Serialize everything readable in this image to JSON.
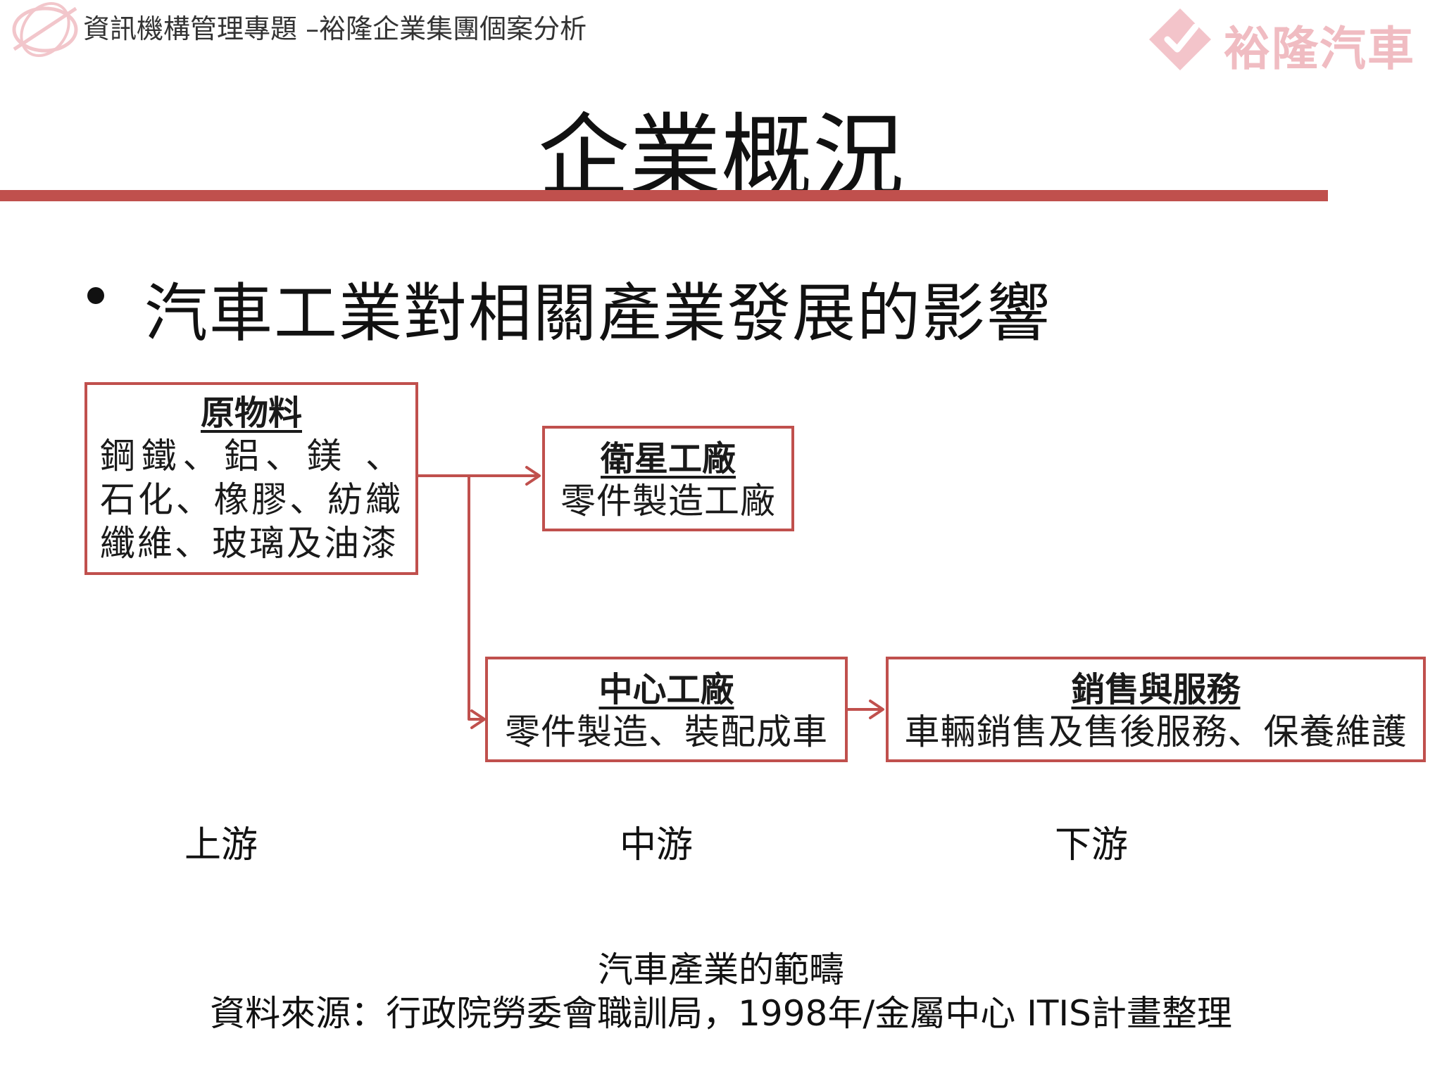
{
  "header": {
    "course_title": "資訊機構管理專題 –裕隆企業集團個案分析",
    "brand_name": "裕隆汽車"
  },
  "slide": {
    "title": "企業概況",
    "bullet": "汽車工業對相關產業發展的影響"
  },
  "diagram": {
    "nodes": {
      "raw_materials": {
        "title": "原物料",
        "body": "鋼鐵、鋁、鎂 、石化、橡膠、紡織纖維、玻璃及油漆"
      },
      "satellite_factory": {
        "title": "衛星工廠",
        "body": "零件製造工廠"
      },
      "central_factory": {
        "title": "中心工廠",
        "body": "零件製造、裝配成車"
      },
      "sales_service": {
        "title": "銷售與服務",
        "body": "車輛銷售及售後服務、保養維護"
      }
    },
    "edges": [
      {
        "from": "raw_materials",
        "to": "satellite_factory"
      },
      {
        "from": "raw_materials",
        "to": "central_factory"
      },
      {
        "from": "central_factory",
        "to": "sales_service"
      }
    ],
    "stages": {
      "upstream": "上游",
      "midstream": "中游",
      "downstream": "下游"
    },
    "caption": "汽車產業的範疇",
    "source": "資料來源：行政院勞委會職訓局，1998年/金屬中心 ITIS計畫整理"
  },
  "colors": {
    "accent": "#c0504d",
    "brand_logo": "#f0bcc2",
    "text": "#111111"
  }
}
